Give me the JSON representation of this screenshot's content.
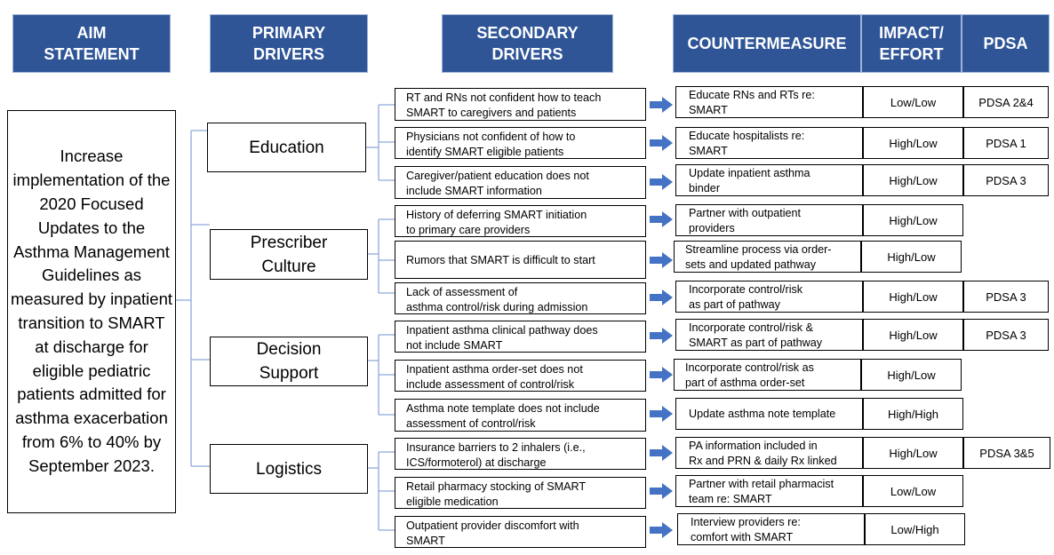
{
  "headers": {
    "aim": "AIM\nSTATEMENT",
    "primary": "PRIMARY\nDRIVERS",
    "secondary": "SECONDARY\nDRIVERS",
    "countermeasure": "COUNTERMEASURE",
    "impact_effort": "IMPACT/\nEFFORT",
    "pdsa": "PDSA"
  },
  "aim_statement": "Increase implementation of the 2020 Focused Updates to the Asthma Management Guidelines as measured by inpatient transition to SMART at discharge for eligible pediatric patients admitted for asthma exacerbation from 6% to 40% by September 2023.",
  "primary_drivers": [
    "Education",
    "Prescriber\nCulture",
    "Decision\nSupport",
    "Logistics"
  ],
  "rows": [
    {
      "secondary": "RT and RNs not confident how to teach\nSMART to caregivers and patients",
      "countermeasure": "Educate RNs and RTs re:\nSMART",
      "impact_effort": "Low/Low",
      "pdsa": "PDSA 2&4"
    },
    {
      "secondary": "Physicians not confident of how to\nidentify SMART eligible patients",
      "countermeasure": "Educate hospitalists re:\nSMART",
      "impact_effort": "High/Low",
      "pdsa": "PDSA 1"
    },
    {
      "secondary": "Caregiver/patient education does not\ninclude SMART information",
      "countermeasure": "Update inpatient asthma\nbinder",
      "impact_effort": "High/Low",
      "pdsa": "PDSA 3"
    },
    {
      "secondary": "History of deferring SMART initiation\nto primary care providers",
      "countermeasure": "Partner with outpatient\nproviders",
      "impact_effort": "High/Low",
      "pdsa": ""
    },
    {
      "secondary": "Rumors that SMART is difficult to start",
      "countermeasure": "Streamline process via order-\nsets and updated pathway",
      "impact_effort": "High/Low",
      "pdsa": ""
    },
    {
      "secondary": "Lack of assessment of\nasthma control/risk during admission",
      "countermeasure": "Incorporate control/risk\nas part of pathway",
      "impact_effort": "High/Low",
      "pdsa": "PDSA 3"
    },
    {
      "secondary": "Inpatient asthma clinical pathway does\nnot include SMART",
      "countermeasure": "Incorporate control/risk &\nSMART as part of pathway",
      "impact_effort": "High/Low",
      "pdsa": "PDSA 3"
    },
    {
      "secondary": "Inpatient asthma order-set does not\ninclude assessment of control/risk",
      "countermeasure": "Incorporate control/risk as\npart of asthma order-set",
      "impact_effort": "High/Low",
      "pdsa": ""
    },
    {
      "secondary": "Asthma note template does not include\nassessment of control/risk",
      "countermeasure": "Update asthma note template",
      "impact_effort": "High/High",
      "pdsa": ""
    },
    {
      "secondary": "Insurance barriers to 2 inhalers (i.e.,\nICS/formoterol) at discharge",
      "countermeasure": "PA information included  in\nRx and PRN & daily Rx linked",
      "impact_effort": "High/Low",
      "pdsa": "PDSA 3&5"
    },
    {
      "secondary": "Retail pharmacy stocking of SMART\neligible medication",
      "countermeasure": "Partner with retail pharmacist\nteam re: SMART",
      "impact_effort": "Low/Low",
      "pdsa": ""
    },
    {
      "secondary": "Outpatient provider discomfort with\nSMART",
      "countermeasure": "Interview providers re:\ncomfort with SMART",
      "impact_effort": "Low/High",
      "pdsa": ""
    }
  ],
  "colors": {
    "header_fill": "#2f5597",
    "arrow_fill": "#4472c4",
    "connector": "#8ea9db"
  }
}
